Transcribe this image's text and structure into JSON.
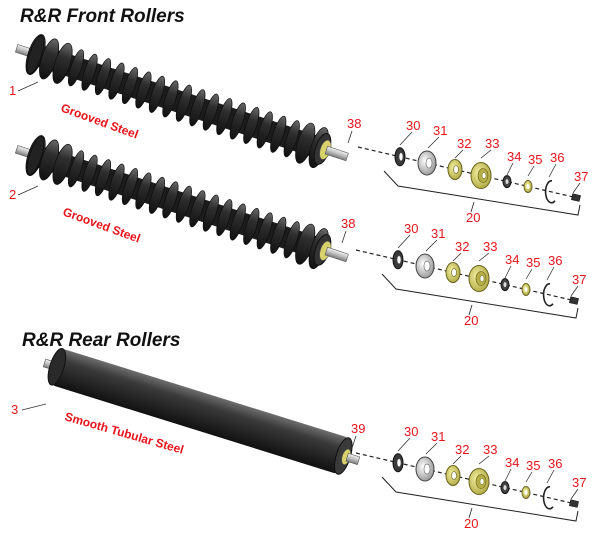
{
  "sections": {
    "front_title": "R&R Front Rollers",
    "rear_title": "R&R Rear Rollers"
  },
  "rollers": [
    {
      "callout": "1",
      "label": "Grooved Steel",
      "end_part": "38",
      "kit_number": "20"
    },
    {
      "callout": "2",
      "label": "Grooved Steel",
      "end_part": "38",
      "kit_number": "20"
    },
    {
      "callout": "3",
      "label": "Smooth Tubular Steel",
      "end_part": "39",
      "kit_number": "20"
    }
  ],
  "kit_parts": [
    "30",
    "31",
    "32",
    "33",
    "34",
    "35",
    "36",
    "37"
  ],
  "colors": {
    "callout_red": "#e8141c",
    "roller_dark": "#2a2a2a",
    "bearing_yellow": "#d8d26a"
  }
}
